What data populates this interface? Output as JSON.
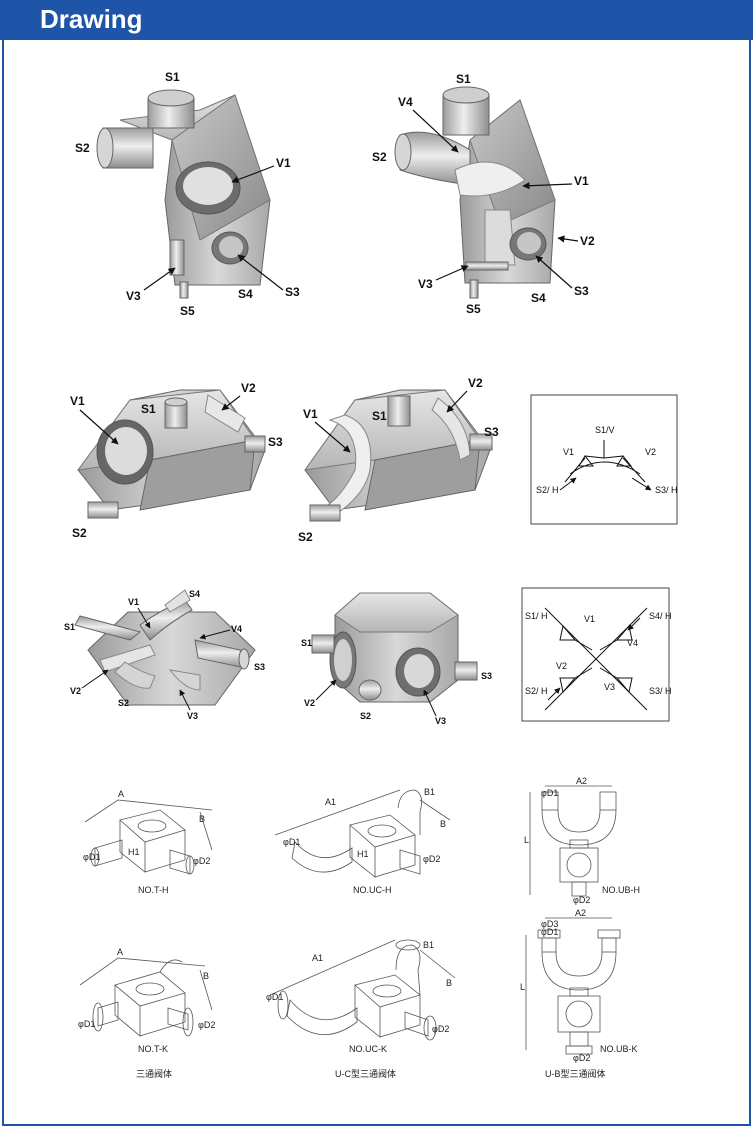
{
  "header": {
    "title": "Drawing"
  },
  "row1": {
    "left": {
      "labels": {
        "s1": "S1",
        "s2": "S2",
        "v1": "V1",
        "v3": "V3",
        "s5": "S5",
        "s4": "S4",
        "s3": "S3"
      }
    },
    "right": {
      "labels": {
        "s1": "S1",
        "v4": "V4",
        "s2": "S2",
        "v1": "V1",
        "v2": "V2",
        "v3": "V3",
        "s5": "S5",
        "s4": "S4",
        "s3": "S3"
      }
    }
  },
  "row2": {
    "left": {
      "labels": {
        "v1": "V1",
        "s1": "S1",
        "v2": "V2",
        "s3": "S3",
        "s2": "S2"
      }
    },
    "mid": {
      "labels": {
        "v1": "V1",
        "s1": "S1",
        "v2": "V2",
        "s3": "S3",
        "s2": "S2"
      }
    },
    "schematic": {
      "labels": {
        "s1v": "S1/V",
        "v1": "V1",
        "v2": "V2",
        "s2h": "S2/ H",
        "s3h": "S3/ H"
      }
    }
  },
  "row3": {
    "left": {
      "labels": {
        "s1": "S1",
        "v1": "V1",
        "s4": "S4",
        "v4": "V4",
        "s3": "S3",
        "v2": "V2",
        "s2": "S2",
        "v3": "V3"
      }
    },
    "mid": {
      "labels": {
        "s1": "S1",
        "s3": "S3",
        "v2": "V2",
        "s2": "S2",
        "v3": "V3"
      }
    },
    "schematic": {
      "labels": {
        "s1h": "S1/ H",
        "v1": "V1",
        "s4h": "S4/ H",
        "v2": "V2",
        "v4": "V4",
        "s2h": "S2/ H",
        "v3": "V3",
        "s3h": "S3/ H"
      }
    }
  },
  "row4": {
    "th": {
      "caption": "NO.T-H",
      "dims": {
        "a": "A",
        "b": "B",
        "d1": "φD1",
        "d2": "φD2",
        "h": "H1"
      }
    },
    "uch": {
      "caption": "NO.UC-H",
      "dims": {
        "a1": "A1",
        "b1": "B1",
        "b": "B",
        "d1": "φD1",
        "d2": "φD2",
        "h": "H1"
      }
    },
    "ubh": {
      "caption": "NO.UB-H",
      "dims": {
        "a2": "A2",
        "d1": "φD1",
        "l": "L",
        "d2": "φD2"
      }
    }
  },
  "row5": {
    "tk": {
      "caption": "NO.T-K",
      "sub": "三通阀体",
      "dims": {
        "a": "A",
        "b": "B",
        "d1": "φD1",
        "d2": "φD2"
      }
    },
    "uck": {
      "caption": "NO.UC-K",
      "sub": "U-C型三通阀体",
      "dims": {
        "a1": "A1",
        "b1": "B1",
        "b": "B",
        "d1": "φD1",
        "d2": "φD2"
      }
    },
    "ubk": {
      "caption": "NO.UB-K",
      "sub": "U-B型三通阀体",
      "dims": {
        "a2": "A2",
        "d3": "φD3",
        "d1": "φD1",
        "l": "L",
        "d2": "φD2"
      }
    }
  }
}
